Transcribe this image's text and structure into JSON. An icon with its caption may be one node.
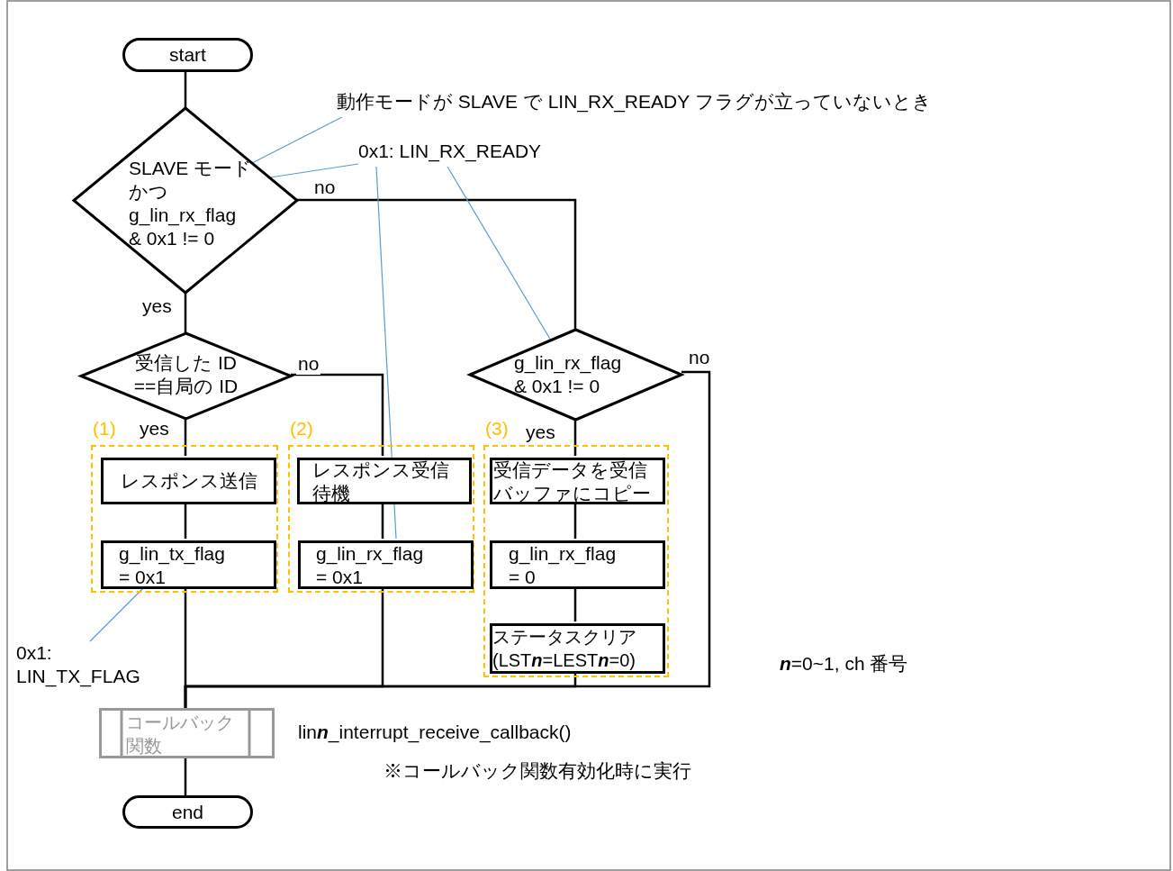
{
  "diagram": {
    "nodes": [
      {
        "text": [
          "start"
        ]
      },
      {
        "text": [
          "SLAVE モードかつ g_lin_rx_flag & 0x1 != 0"
        ]
      },
      {
        "text": [
          "受信した ID ==自局の ID"
        ]
      },
      {
        "text": [
          "g_lin_rx_flag & 0x1 != 0"
        ]
      },
      {
        "text": [
          "(1)"
        ]
      },
      {
        "text": [
          "レスポンス送信"
        ],
        "in": 4
      },
      {
        "text": [
          "g_lin_tx_flag = 0x1"
        ],
        "in": 4
      },
      {
        "text": [
          "(2)"
        ]
      },
      {
        "text": [
          "レスポンス受信待機"
        ],
        "in": 7
      },
      {
        "text": [
          "g_lin_rx_flag = 0x1"
        ],
        "in": 7
      },
      {
        "text": [
          "(3)"
        ]
      },
      {
        "text": [
          "受信データを受信バッファにコピー"
        ],
        "in": 10
      },
      {
        "text": [
          "g_lin_rx_flag = 0"
        ],
        "in": 10
      },
      {
        "text": [
          "ステータスクリア (LST**n**=LEST**n**=0)"
        ],
        "in": 10
      },
      {
        "text": [
          "コールバック関数"
        ],
        "beside": [
          "lin**n**_interrupt_receive_callback()"
        ]
      },
      {
        "text": [
          "end"
        ]
      },
      {
        "text": [
          "動作モードが SLAVE で  LIN_RX_READY フラグが立っていないとき"
        ]
      },
      {
        "text": [
          "0x1: LIN_RX_READY"
        ]
      },
      {
        "text": [
          "0x1: LIN_TX_FLAG"
        ]
      }
    ],
    "edges": [
      {
        "from": 0,
        "to": 1,
        "arrow": "none"
      },
      {
        "from": 1,
        "to": 2,
        "arrow": "none",
        "label": "yes"
      },
      {
        "from": 1,
        "to": 3,
        "arrow": "none",
        "label": "no"
      },
      {
        "from": 2,
        "to": 5,
        "arrow": "none",
        "label": "yes"
      },
      {
        "from": 2,
        "to": 8,
        "arrow": "none",
        "label": "no"
      },
      {
        "from": 3,
        "to": 11,
        "arrow": "none",
        "label": "yes"
      },
      {
        "from": 3,
        "to": 14,
        "arrow": "none",
        "label": "no"
      },
      {
        "from": 5,
        "to": 6,
        "arrow": "none"
      },
      {
        "from": 8,
        "to": 9,
        "arrow": "none"
      },
      {
        "from": 11,
        "to": 12,
        "arrow": "none"
      },
      {
        "from": 12,
        "to": 13,
        "arrow": "none"
      },
      {
        "from": 6,
        "to": 14,
        "arrow": "none"
      },
      {
        "from": 9,
        "to": 14,
        "arrow": "none"
      },
      {
        "from": 13,
        "to": 14,
        "arrow": "none"
      },
      {
        "from": 14,
        "to": 15,
        "arrow": "none"
      },
      {
        "from": 16,
        "to": 1,
        "arrow": "none",
        "color": "#5b9bd5"
      },
      {
        "from": 17,
        "to": 1,
        "arrow": "none",
        "color": "#5b9bd5"
      },
      {
        "from": 17,
        "to": 9,
        "arrow": "none",
        "color": "#5b9bd5"
      },
      {
        "from": 17,
        "to": 3,
        "arrow": "none",
        "color": "#5b9bd5"
      },
      {
        "from": 18,
        "to": 6,
        "arrow": "none",
        "color": "#5b9bd5"
      }
    ],
    "labels": [
      "※コールバック関数有効化時に実行",
      "**n**=0~1, ch 番号"
    ]
  }
}
